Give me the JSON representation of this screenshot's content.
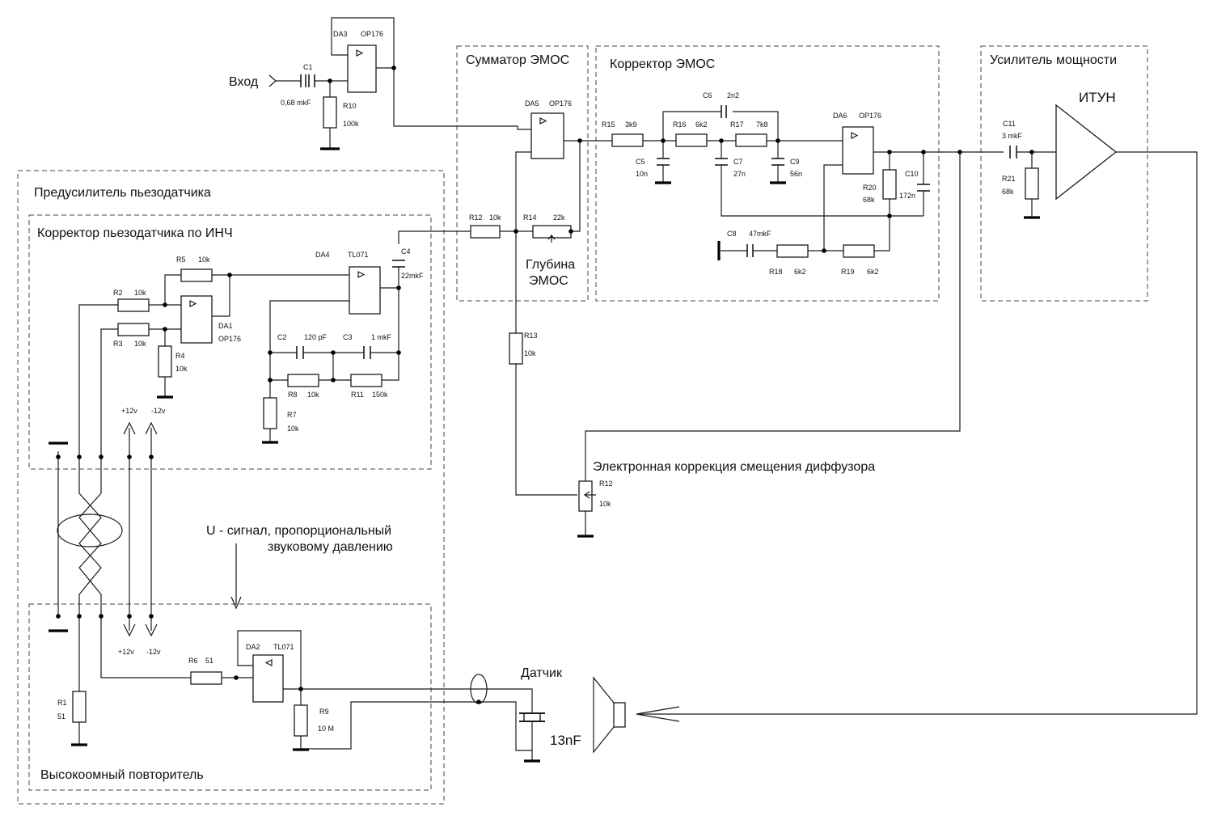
{
  "blocks": {
    "summator": "Сумматор ЭМОС",
    "corrector": "Корректор ЭМОС",
    "amplifier": "Усилитель мощности",
    "preamp": "Предусилитель пьезодатчика",
    "inch": "Корректор пьезодатчика по ИНЧ",
    "follower": "Высокоомный повторитель"
  },
  "labels": {
    "input": "Вход",
    "itun": "ИТУН",
    "depth_1": "Глубина",
    "depth_2": "ЭМОС",
    "cone": "Электронная коррекция смещения диффузора",
    "u_1": "U  -  сигнал, пропорциональный",
    "u_2": "звуковому давлению",
    "sensor": "Датчик",
    "sensor_c": "13nF",
    "plus12": "+12v",
    "minus12": "-12v"
  },
  "opamps": {
    "DA1": "OP176",
    "DA2": "TL071",
    "DA3": "OP176",
    "DA4": "TL071",
    "DA5": "OP176",
    "DA6": "OP176"
  },
  "parts": {
    "C1": "0,68 mkF",
    "C2": "120 pF",
    "C3": "1 mkF",
    "C4": "22mkF",
    "C5": "10n",
    "C6": "2n2",
    "C7": "27n",
    "C8": "47mkF",
    "C9": "56n",
    "C10": "172n",
    "C11": "3 mkF",
    "R1": "51",
    "R2": "10k",
    "R3": "10k",
    "R4": "10k",
    "R5": "10k",
    "R6": "51",
    "R7": "10k",
    "R8": "10k",
    "R9": "10 M",
    "R10": "100k",
    "R11": "150k",
    "R12": "10k",
    "R12b": "10k",
    "R13": "10k",
    "R14": "22k",
    "R15": "3k9",
    "R16": "6k2",
    "R17": "7k8",
    "R18": "6k2",
    "R19": "6k2",
    "R20": "68k",
    "R21": "68k"
  }
}
